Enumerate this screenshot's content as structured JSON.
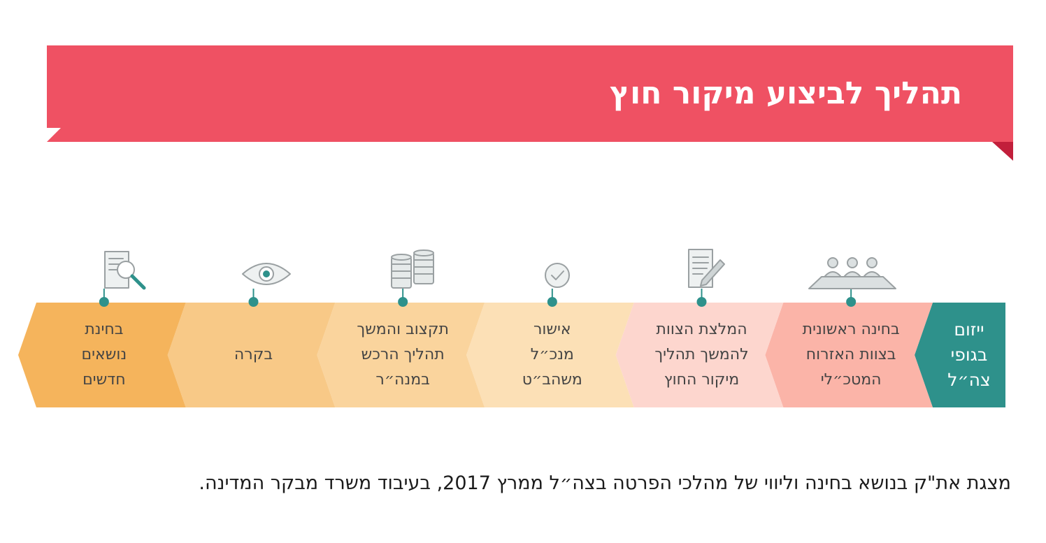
{
  "header": {
    "title": "תהליך לביצוע מיקור חוץ"
  },
  "colors": {
    "banner": "#ef5163",
    "banner_fold": "#c21f3b",
    "connector": "#2e918b",
    "icon": "#9aa0a2"
  },
  "steps": [
    {
      "icon": "none",
      "color": "#2e918b",
      "text_color": "#ffffff",
      "lines": [
        "ייזום",
        "בגופי",
        "צה״ל"
      ]
    },
    {
      "icon": "team-meeting-icon",
      "color": "#fbb4a8",
      "text_color": "#444444",
      "lines": [
        "בחינה ראשונית",
        "בצוות האזרוח",
        "המטכ״לי"
      ]
    },
    {
      "icon": "document-pencil-icon",
      "color": "#fdd6ce",
      "text_color": "#444444",
      "lines": [
        "המלצת הצוות",
        "להמשך תהליך",
        "מיקור החוץ"
      ]
    },
    {
      "icon": "checkmark-circle-icon",
      "color": "#fce0b6",
      "text_color": "#444444",
      "lines": [
        "אישור",
        "מנכ״ל",
        "משהב״ט"
      ]
    },
    {
      "icon": "coin-stacks-icon",
      "color": "#fad49d",
      "text_color": "#444444",
      "lines": [
        "תקצוב והמשך",
        "תהליך הרכש",
        "במנה״ר"
      ]
    },
    {
      "icon": "eye-icon",
      "color": "#f8c987",
      "text_color": "#444444",
      "lines": [
        "בקרה"
      ]
    },
    {
      "icon": "document-magnifier-icon",
      "color": "#f5b45c",
      "text_color": "#444444",
      "lines": [
        "בחינת",
        "נושאים",
        "חדשים"
      ]
    }
  ],
  "caption": "מצגת את\"ק בנושא בחינה וליווי של מהלכי הפרטה בצה״ל ממרץ 2017, בעיבוד משרד מבקר המדינה."
}
